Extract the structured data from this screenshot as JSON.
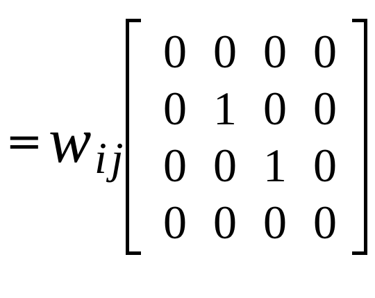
{
  "equation": {
    "equals": "=",
    "coefficient": {
      "base": "w",
      "subscript": "ij"
    },
    "matrix": [
      [
        "0",
        "0",
        "0",
        "0"
      ],
      [
        "0",
        "1",
        "0",
        "0"
      ],
      [
        "0",
        "0",
        "1",
        "0"
      ],
      [
        "0",
        "0",
        "0",
        "0"
      ]
    ]
  }
}
